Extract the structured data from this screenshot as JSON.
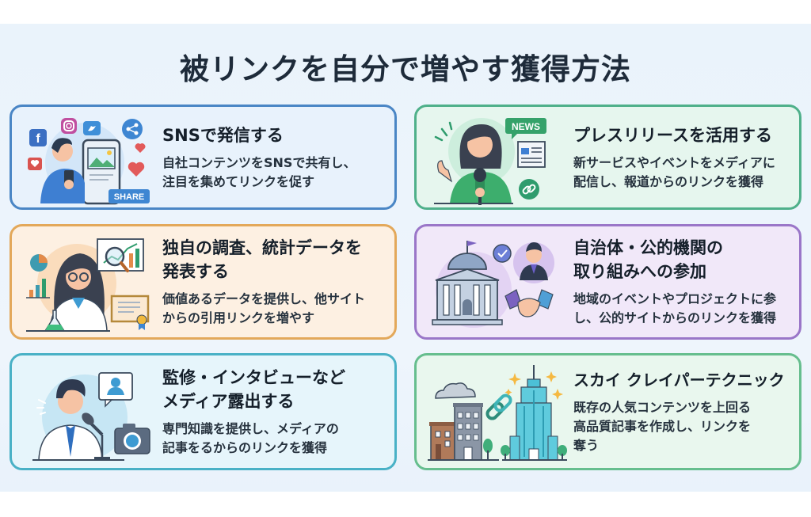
{
  "page": {
    "title": "被リンクを自分で増やす獲得方法"
  },
  "cards": [
    {
      "id": "sns",
      "title": "SNSで発信する",
      "description": "自社コンテンツをSNSで共有し、\n注目を集めてリンクを促す",
      "color": "#4a86c5",
      "illustration": [
        "person-with-smartphone",
        "facebook-icon",
        "instagram-icon",
        "twitter-icon",
        "share-icon",
        "heart-icon",
        "share-badge"
      ],
      "badge_label": "SHARE"
    },
    {
      "id": "press",
      "title": "プレスリリースを活用する",
      "description": "新サービスやイベントをメディアに\n配信し、報道からのリンクを獲得",
      "color": "#4fb08a",
      "illustration": [
        "reporter-with-microphone",
        "news-bubble",
        "newspaper-icon",
        "link-icon"
      ],
      "badge_label": "NEWS"
    },
    {
      "id": "research",
      "title": "独自の調査、統計データを\n発表する",
      "description": "価値あるデータを提供し、他サイト\nからの引用リンクを増やす",
      "color": "#e3a85a",
      "illustration": [
        "scientist",
        "pie-chart-icon",
        "bar-chart-icon",
        "magnifier-chart",
        "certificate-icon",
        "flask-icon"
      ]
    },
    {
      "id": "public",
      "title": "自治体・公的機関の\n取り組みへの参加",
      "description": "地域のイベントやプロジェクトに参\nし、公的サイトからのリンクを獲得",
      "color": "#9a76c8",
      "illustration": [
        "government-building",
        "verified-badge-icon",
        "businessman",
        "handshake-icon"
      ]
    },
    {
      "id": "media",
      "title": "監修・インタビューなど\nメディア露出する",
      "description": "専門知識を提供し、メディアの\n記事をるからのリンクを獲得",
      "color": "#49b1c6",
      "illustration": [
        "expert-at-podium",
        "microphone-icon",
        "profile-bubble-icon",
        "camera-icon"
      ]
    },
    {
      "id": "skyscraper",
      "title": "スカイ クレイパーテクニック",
      "description": "既存の人気コンテンツを上回る\n高品質記事を作成し、リンクを\n奪う",
      "color": "#66be8e",
      "illustration": [
        "small-buildings",
        "cloud-icon",
        "chain-link-icon",
        "skyscraper",
        "sparkle-icon",
        "tree-icon"
      ]
    }
  ]
}
